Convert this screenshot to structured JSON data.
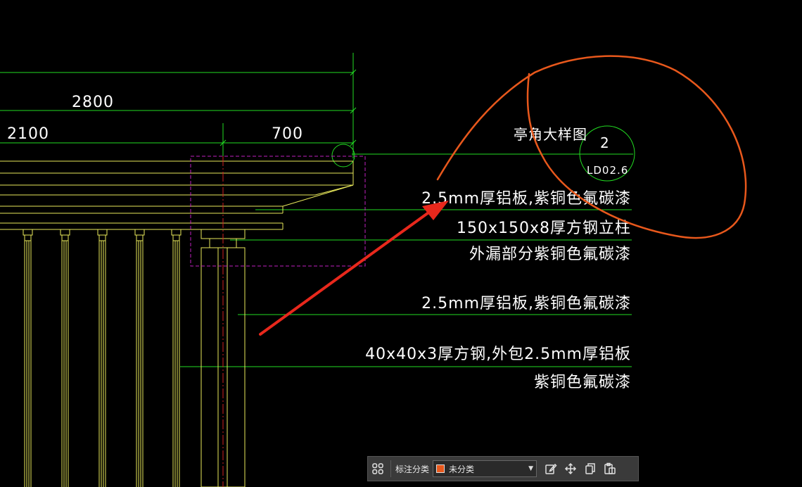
{
  "dimensions": {
    "total": "2800",
    "left": "2100",
    "right": "700"
  },
  "callout": {
    "title": "亭角大样图",
    "number": "2",
    "sheet": "LD02.6"
  },
  "annotations": [
    "2.5mm厚铝板,紫铜色氟碳漆",
    "150x150x8厚方钢立柱",
    "外漏部分紫铜色氟碳漆",
    "2.5mm厚铝板,紫铜色氟碳漆",
    "40x40x3厚方钢,外包2.5mm厚铝板",
    "紫铜色氟碳漆"
  ],
  "colors": {
    "background": "#000000",
    "dim_line": "#22dd22",
    "structure": "#e8e85a",
    "highlight_box": "#c020c0",
    "centerline": "#d02020",
    "markup": "#e8581c",
    "arrow": "#e8281c"
  },
  "toolbar": {
    "grid_icon": "apps-grid-icon",
    "label": "标注分类",
    "category_value": "未分类",
    "category_color": "#e8581c",
    "edit_icon": "edit-icon",
    "move_icon": "move-icon",
    "copy_icon": "copy-icon",
    "paste_icon": "paste-icon"
  }
}
